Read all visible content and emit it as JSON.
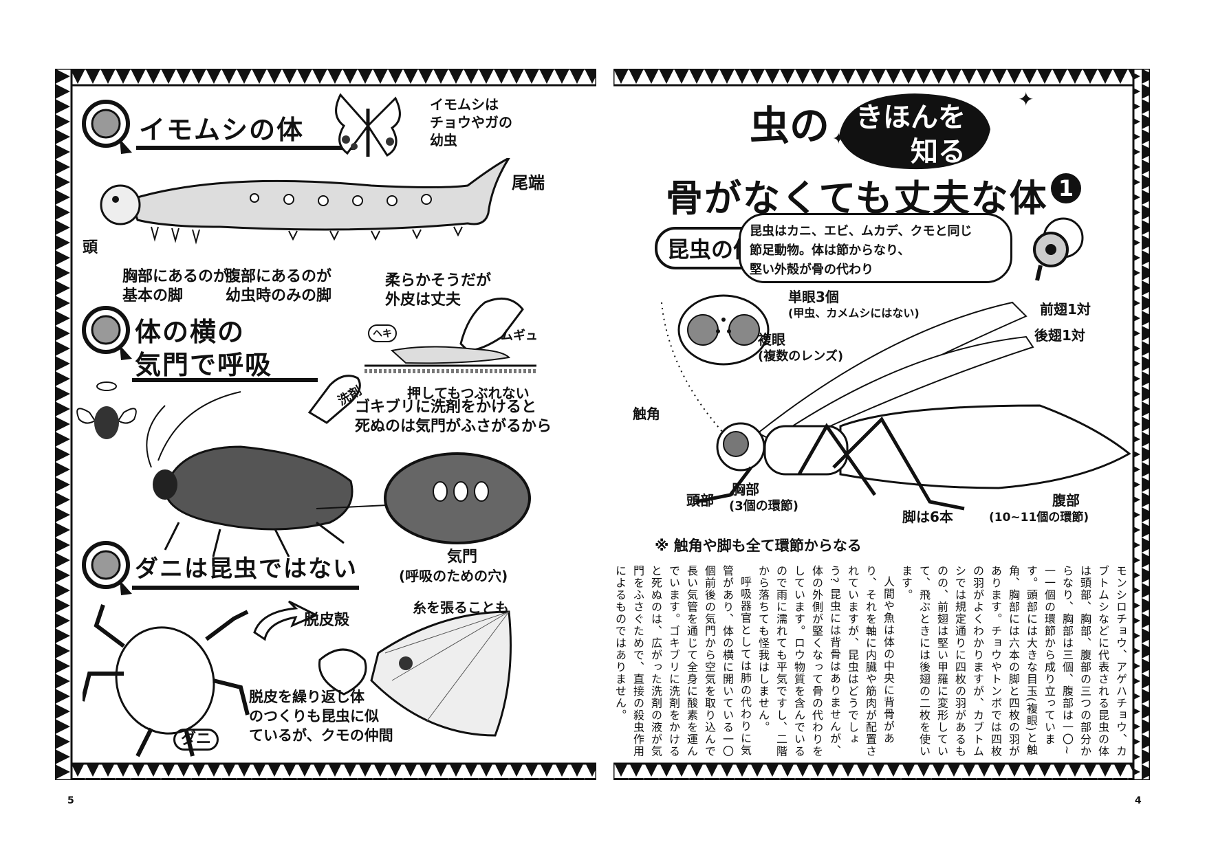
{
  "left_page": {
    "page_number": "5",
    "sections": [
      {
        "heading": "イモムシの体"
      },
      {
        "heading_line1": "体の横の",
        "heading_line2": "気門で呼吸"
      },
      {
        "heading": "ダニは昆虫ではない"
      }
    ],
    "caterpillar": {
      "moth_caption_1": "イモムシは",
      "moth_caption_2": "チョウやガの",
      "moth_caption_3": "幼虫",
      "tail_label": "尾端",
      "head_label": "頭",
      "thorax_legs_1": "胸部にあるのが",
      "thorax_legs_2": "基本の脚",
      "abdomen_legs_1": "腹部にあるのが",
      "abdomen_legs_2": "幼虫時のみの脚",
      "skin_1": "柔らかそうだが",
      "skin_2": "外皮は丈夫",
      "sfx_1": "ヘキ",
      "sfx_2": "ムギュ",
      "press_caption": "押してもつぶれない"
    },
    "cockroach": {
      "bottle_label": "洗剤",
      "caption_1": "ゴキブリに洗剤をかけると",
      "caption_2": "死ぬのは気門がふさがるから",
      "spiracle_1": "気門",
      "spiracle_2": "(呼吸のための穴)"
    },
    "mite": {
      "molt_label": "脱皮殻",
      "web_label": "糸を張ることも",
      "caption_1": "脱皮を繰り返し体",
      "caption_2": "のつくりも昆虫に似",
      "caption_3": "ているが、クモの仲間",
      "mite_label": "ダニ"
    }
  },
  "right_page": {
    "page_number": "4",
    "series_title_a": "虫の",
    "series_title_b": "きほんを",
    "series_title_c": "知る",
    "main_title": "骨がなくても丈夫な体",
    "episode": "1",
    "section_title": "昆虫の体",
    "speech_1": "昆虫はカニ、エビ、ムカデ、クモと同じ",
    "speech_2": "節足動物。体は節からなり、",
    "speech_3": "堅い外殻が骨の代わり",
    "diagram": {
      "ocelli_1": "単眼3個",
      "ocelli_2": "(甲虫、カメムシにはない)",
      "compound_1": "複眼",
      "compound_2": "(複数のレンズ)",
      "forewing": "前翅1対",
      "hindwing": "後翅1対",
      "antenna": "触角",
      "head": "頭部",
      "thorax_1": "胸部",
      "thorax_2": "(3個の環節)",
      "legs": "脚は6本",
      "abdomen_1": "腹部",
      "abdomen_2": "(10~11個の環節)"
    },
    "note": "※ 触角や脚も全て環節からなる",
    "body_paragraphs": [
      "モンシロチョウ、アゲハチョウ、カブトムシなどに代表される昆虫の体は頭部、胸部、腹部の三つの部分からなり、胸部は三個、腹部は一〇~一一個の環節から成り立っています。頭部には大きな目玉(複眼)と触角、胸部には六本の脚と四枚の羽があります。チョウやトンボでは四枚の羽がよくわかりますが、カブトムシでは規定通りに四枚の羽があるものの、前翅は堅い甲羅に変形していて、飛ぶときには後翅の二枚を使います。",
      "人間や魚は体の中央に背骨があり、それを軸に内臓や筋肉が配置されていますが、昆虫はどうでしょう? 昆虫には背骨はありませんが、体の外側が堅くなって骨の代わりをしています。ロウ物質を含んでいるので雨に濡れても平気ですし、二階から落ちても怪我はしません。",
      "呼吸器官としては肺の代わりに気管があり、体の横に開いている一〇個前後の気門から空気を取り込んで長い気管を通じて全身に酸素を運んでいます。ゴキブリに洗剤をかけると死ぬのは、広がった洗剤の液が気門をふさぐためで、直接の殺虫作用によるものではありません。"
    ]
  }
}
